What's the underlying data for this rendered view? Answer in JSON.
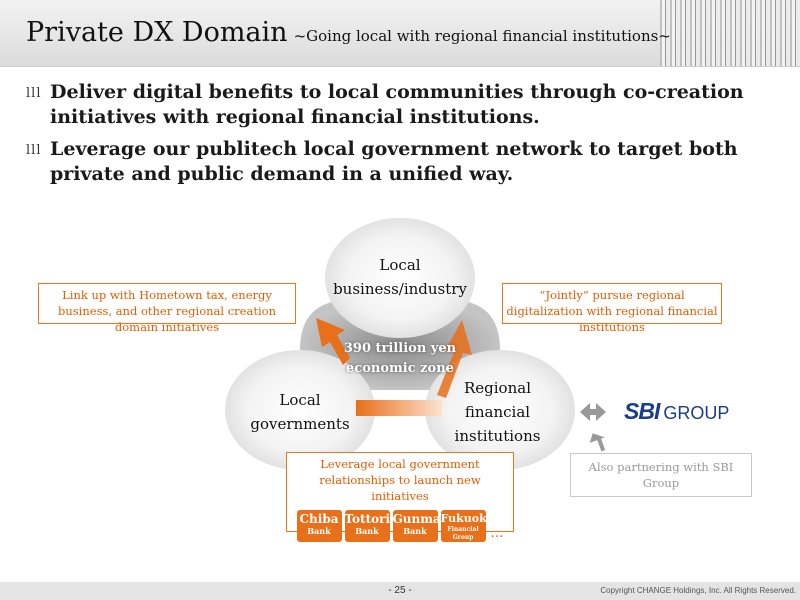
{
  "header": {
    "title": "Private DX Domain",
    "subtitle": "~Going local with regional financial institutions~"
  },
  "bullets": [
    {
      "mark": "lll",
      "text": "Deliver digital benefits to local communities through co-creation initiatives with regional financial institutions."
    },
    {
      "mark": "lll",
      "text": "Leverage our publitech local government network to target both private and public demand in a unified way."
    }
  ],
  "diagram": {
    "top_circle": "Local business/industry",
    "left_circle": "Local governments",
    "right_circle": "Regional financial institutions",
    "center": "390 trillion yen economic zone",
    "callout_left": "Link up with Hometown tax, energy business, and other regional creation domain initiatives",
    "callout_right": "“Jointly” pursue regional digitalization with regional financial institutions",
    "callout_bottom": "Leverage local government relationships to launch new initiatives",
    "banks": [
      {
        "name": "Chiba",
        "sub": "Bank"
      },
      {
        "name": "Tottori",
        "sub": "Bank"
      },
      {
        "name": "Gunma",
        "sub": "Bank"
      },
      {
        "name": "Fukuoka",
        "sub": "Financial Group"
      }
    ],
    "banks_more": "…",
    "partner_note": "Also partnering with SBI Group",
    "partner_logo_mark": "SBI",
    "partner_logo_text": "GROUP",
    "accent_color": "#e8701a",
    "partner_color": "#1b3c8c"
  },
  "footer": {
    "page": "- 25 -",
    "copyright": "Copyright CHANGE Holdings, Inc. All Rights Reserved."
  }
}
